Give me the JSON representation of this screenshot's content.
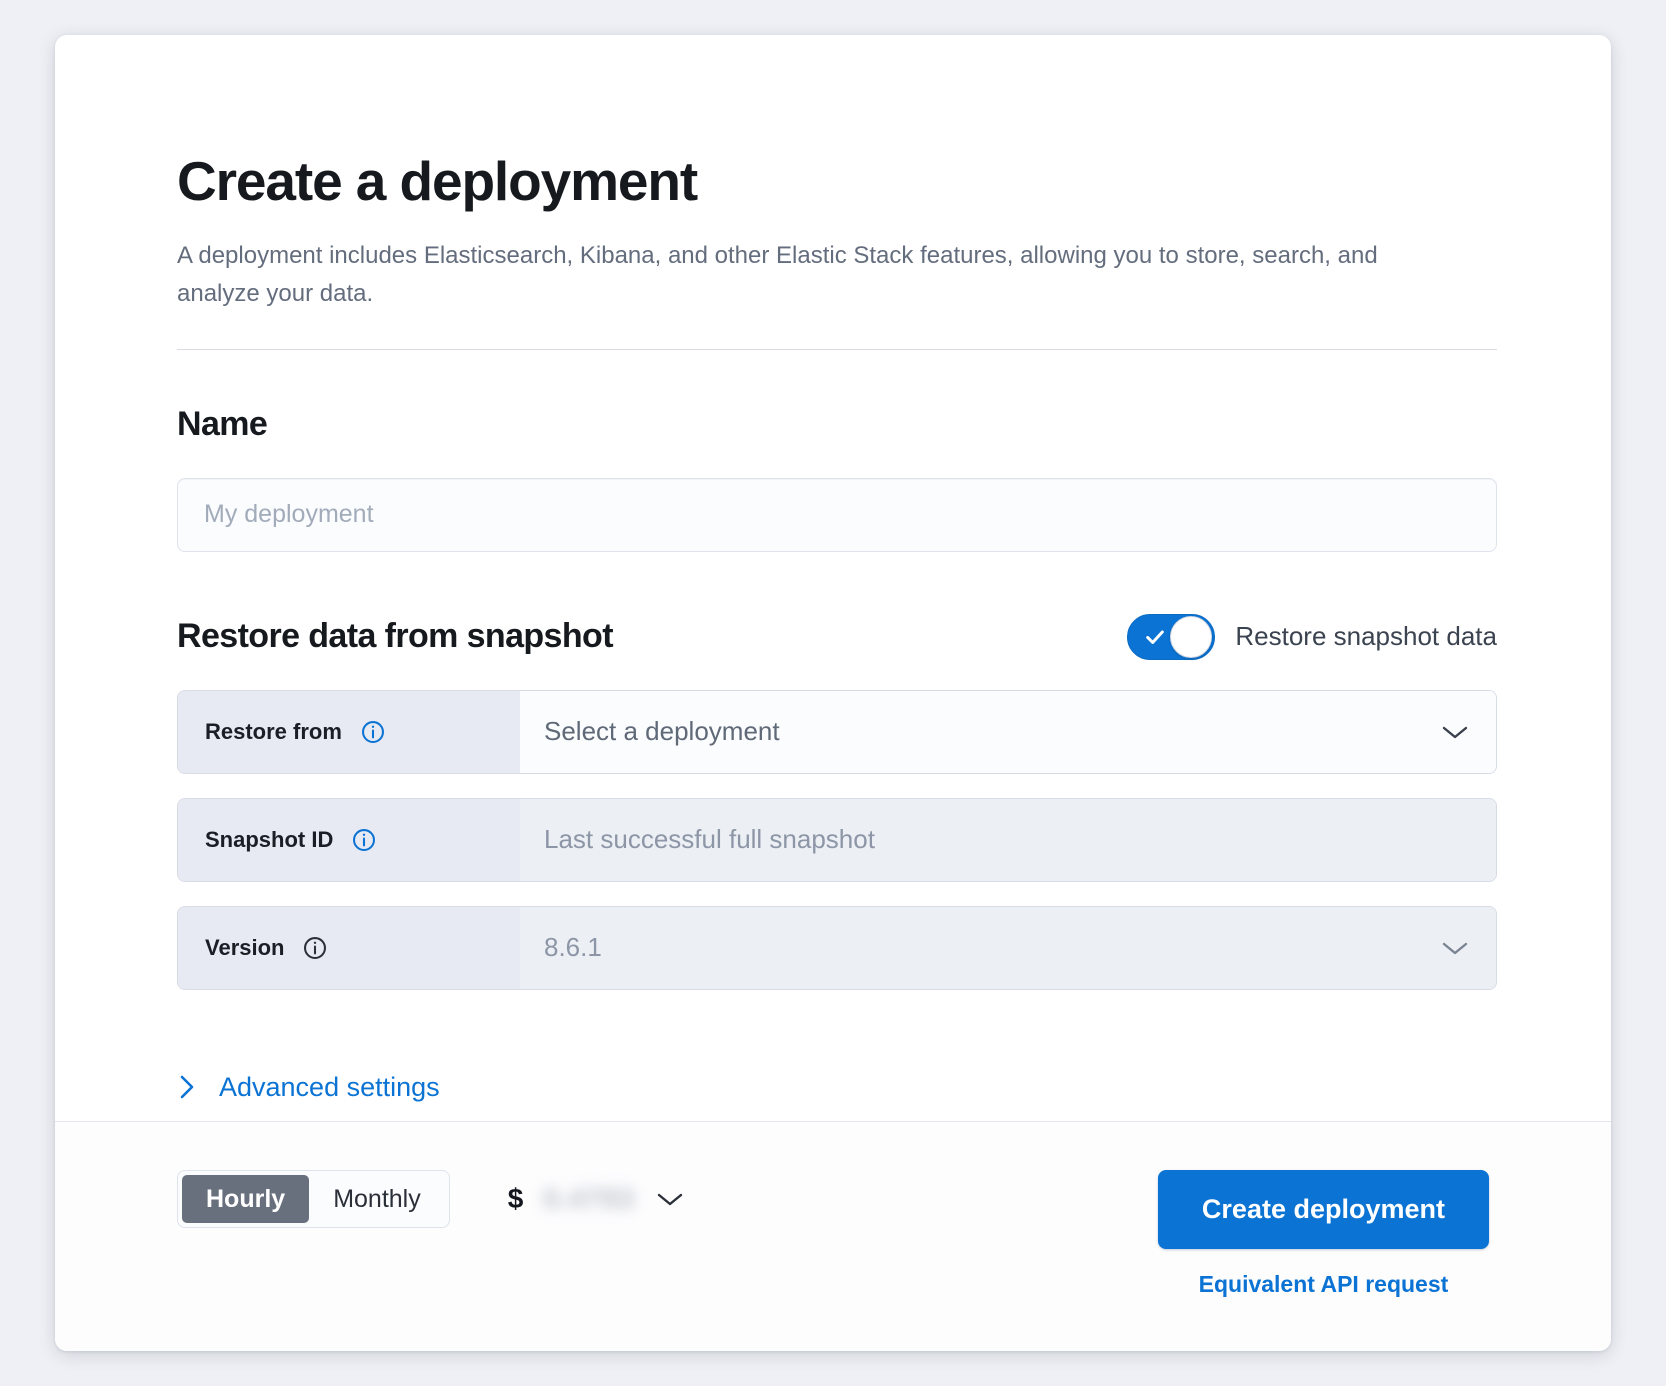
{
  "header": {
    "title": "Create a deployment",
    "subtitle": "A deployment includes Elasticsearch, Kibana, and other Elastic Stack features, allowing you to store, search, and analyze your data."
  },
  "name_section": {
    "heading": "Name",
    "input_placeholder": "My deployment",
    "input_value": ""
  },
  "restore_section": {
    "heading": "Restore data from snapshot",
    "toggle_label": "Restore snapshot data",
    "toggle_on": true,
    "rows": [
      {
        "label": "Restore from",
        "value": "Select a deployment",
        "info_icon": "info-circle-icon",
        "info_icon_color": "#0b73d4",
        "has_chevron": true,
        "state": "editable"
      },
      {
        "label": "Snapshot ID",
        "value": "Last successful full snapshot",
        "info_icon": "info-circle-icon",
        "info_icon_color": "#0b73d4",
        "has_chevron": false,
        "state": "readonly"
      },
      {
        "label": "Version",
        "value": "8.6.1",
        "info_icon": "info-circle-icon",
        "info_icon_color": "#2a2f38",
        "has_chevron": true,
        "state": "readonly"
      }
    ],
    "advanced_settings_label": "Advanced settings",
    "advanced_icon": "chevron-right-icon"
  },
  "footer": {
    "billing_options": [
      "Hourly",
      "Monthly"
    ],
    "billing_selected": "Hourly",
    "price_currency": "$",
    "price_amount": "0.4793",
    "price_chevron": "chevron-down-icon",
    "create_button": "Create deployment",
    "api_link": "Equivalent API request"
  },
  "colors": {
    "accent": "#0b73d4",
    "heading": "#16191d",
    "muted_text": "#646d7d",
    "row_label_bg": "#e7eaf2",
    "row_readonly_bg": "#eceff4",
    "segment_active_bg": "#69707d"
  }
}
